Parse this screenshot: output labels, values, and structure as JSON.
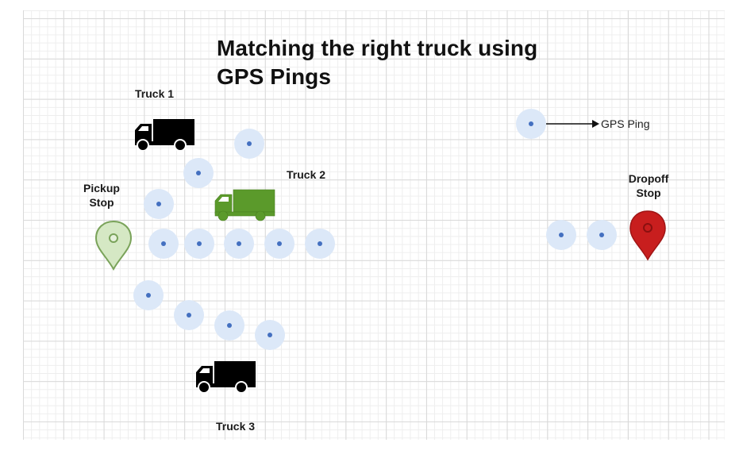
{
  "diagram": {
    "title_line1": "Matching the right truck using",
    "title_line2": "GPS Pings",
    "trucks": [
      {
        "label": "Truck 1",
        "color": "#000000",
        "icon": "truck-icon"
      },
      {
        "label": "Truck 2",
        "color": "#5b9a2b",
        "icon": "truck-icon"
      },
      {
        "label": "Truck 3",
        "color": "#000000",
        "icon": "truck-icon"
      }
    ],
    "stops": {
      "pickup": {
        "label_line1": "Pickup",
        "label_line2": "Stop",
        "color": "#d5e8c4",
        "stroke": "#7aa35a",
        "icon": "map-pin-icon"
      },
      "dropoff": {
        "label_line1": "Dropoff",
        "label_line2": "Stop",
        "color": "#c81e1e",
        "stroke": "#a01515",
        "icon": "map-pin-icon"
      }
    },
    "legend": {
      "label": "GPS Ping",
      "icon": "gps-ping-icon"
    },
    "colors": {
      "ping_halo": "#dce8f8",
      "ping_dot": "#4470c0"
    }
  }
}
